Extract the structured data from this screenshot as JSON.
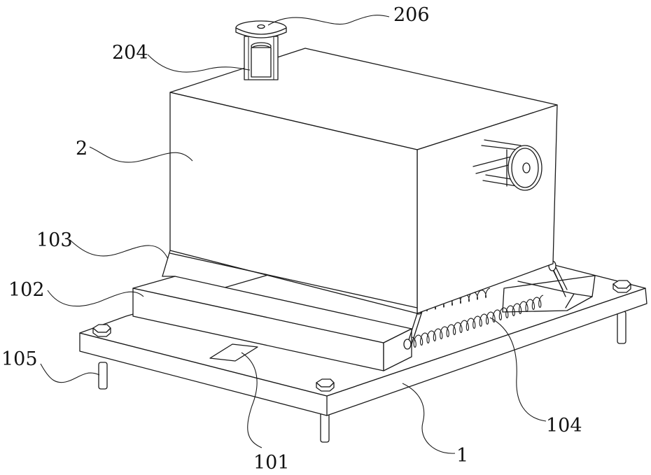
{
  "labels": {
    "l206": "206",
    "l204": "204",
    "l2": "2",
    "l103": "103",
    "l102": "102",
    "l105": "105",
    "l101": "101",
    "l1": "1",
    "l104": "104"
  }
}
